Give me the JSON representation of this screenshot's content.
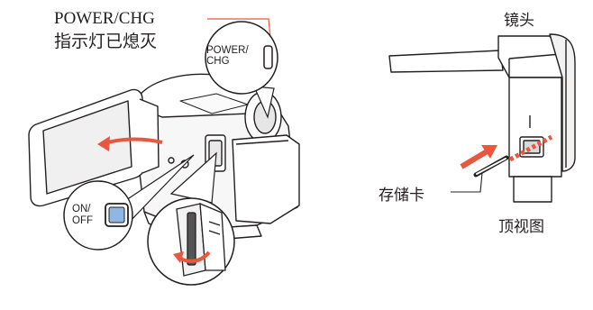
{
  "labels": {
    "power_chg": "POWER/CHG",
    "power_indicator_off": "指示灯已熄灭",
    "lens": "镜头",
    "memory_card": "存储卡",
    "top_view": "顶视图"
  },
  "callouts": {
    "power_line1": "POWER/",
    "power_line2": "CHG",
    "onoff_line1": "ON/",
    "onoff_line2": "OFF"
  },
  "colors": {
    "arrow_accent": "#e8573e",
    "line": "#231f20",
    "fill_light": "#f4f4f4",
    "fill_shade": "#d9d9d9",
    "button_blue": "#8fb7e3"
  }
}
